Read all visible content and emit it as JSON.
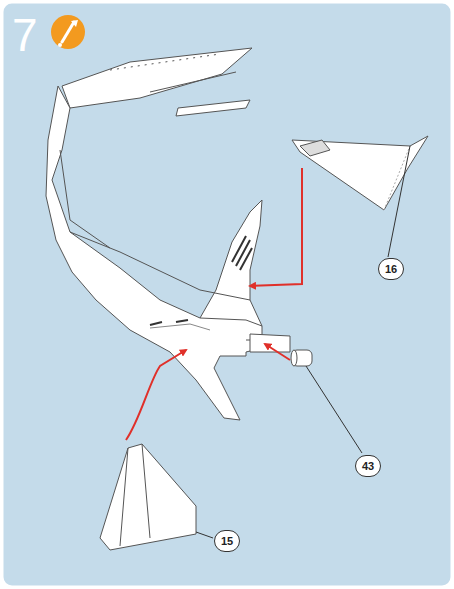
{
  "diagram": {
    "labels": [
      "7",
      "16",
      "43",
      "15"
    ]
  }
}
